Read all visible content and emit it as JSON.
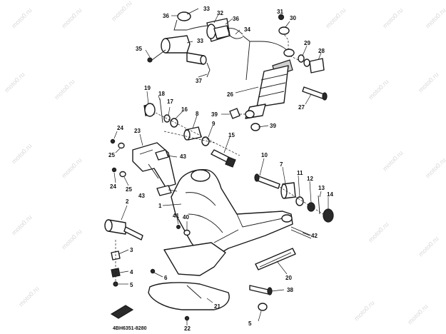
{
  "diagram": {
    "drawing_code": "4BH6351-8280",
    "watermark_text": "moto0.ru",
    "callouts": [
      "1",
      "2",
      "3",
      "4",
      "5",
      "6",
      "7",
      "8",
      "9",
      "10",
      "11",
      "12",
      "13",
      "14",
      "15",
      "16",
      "17",
      "18",
      "19",
      "20",
      "21",
      "22",
      "23",
      "24",
      "25",
      "26",
      "27",
      "28",
      "29",
      "30",
      "31",
      "32",
      "33",
      "34",
      "35",
      "36",
      "37",
      "38",
      "39",
      "40",
      "41",
      "42",
      "43"
    ]
  }
}
